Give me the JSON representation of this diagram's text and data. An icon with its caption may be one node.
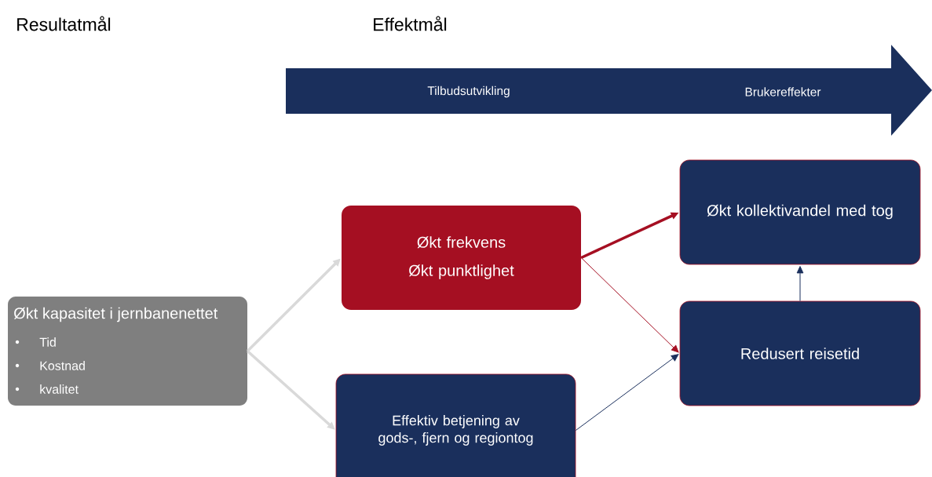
{
  "diagram": {
    "nodes": [
      {
        "text": [
          "Tilbudsutvikling",
          "Brukereffekter"
        ]
      },
      {
        "text": [
          "Økt kapasitet i jernbanenettet",
          "Tid",
          "Kostnad",
          "kvalitet"
        ]
      },
      {
        "text": [
          "Økt frekvens",
          "Økt punktlighet"
        ]
      },
      {
        "text": [
          "Effektiv betjening av gods-, fjern og regiontog"
        ]
      },
      {
        "text": [
          "Økt kollektivandel med tog"
        ]
      },
      {
        "text": [
          "Redusert reisetid"
        ]
      }
    ],
    "edges": [
      {
        "from": 1,
        "to": 2,
        "arrow": "to",
        "style": "thick",
        "color": "#d9d9d9"
      },
      {
        "from": 1,
        "to": 3,
        "arrow": "to",
        "style": "thick",
        "color": "#d9d9d9"
      },
      {
        "from": 2,
        "to": 4,
        "arrow": "to",
        "style": "thick",
        "color": "#a50f22"
      },
      {
        "from": 2,
        "to": 5,
        "arrow": "to",
        "color": "#a50f22"
      },
      {
        "from": 3,
        "to": 5,
        "arrow": "to",
        "color": "#1a2f5c"
      },
      {
        "from": 5,
        "to": 4,
        "arrow": "to",
        "color": "#1a2f5c"
      }
    ],
    "labels": [
      "Resultatmål",
      "Effektmål"
    ]
  }
}
